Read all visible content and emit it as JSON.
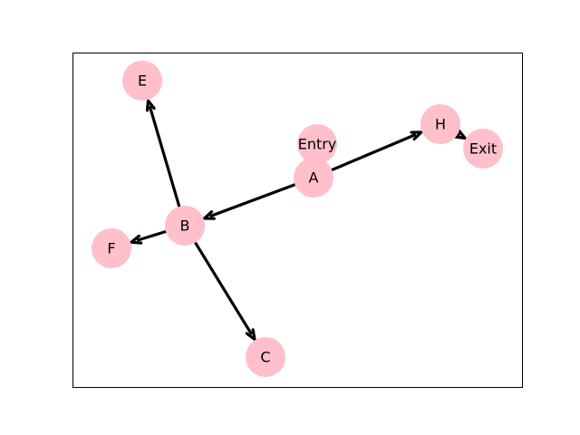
{
  "diagram": {
    "type": "directed-graph",
    "node_color": "#ffc0cb",
    "edge_color": "#000000",
    "frame_color": "#000000",
    "nodes": [
      {
        "id": "Entry",
        "label": "Entry"
      },
      {
        "id": "A",
        "label": "A"
      },
      {
        "id": "B",
        "label": "B"
      },
      {
        "id": "C",
        "label": "C"
      },
      {
        "id": "E",
        "label": "E"
      },
      {
        "id": "F",
        "label": "F"
      },
      {
        "id": "H",
        "label": "H"
      },
      {
        "id": "Exit",
        "label": "Exit"
      }
    ],
    "edges": [
      {
        "from": "A",
        "to": "B"
      },
      {
        "from": "A",
        "to": "H"
      },
      {
        "from": "B",
        "to": "E"
      },
      {
        "from": "B",
        "to": "F"
      },
      {
        "from": "B",
        "to": "C"
      },
      {
        "from": "H",
        "to": "Exit"
      }
    ]
  }
}
